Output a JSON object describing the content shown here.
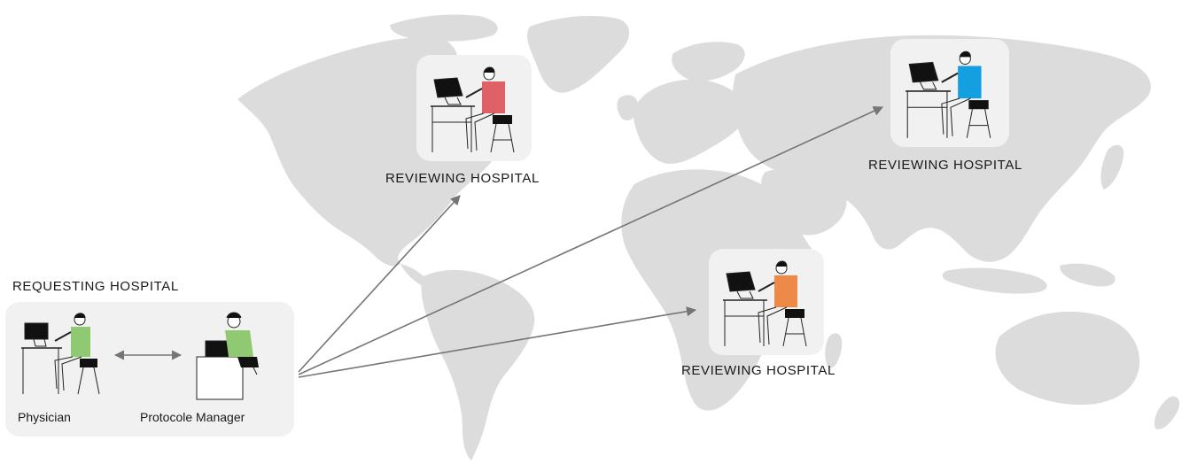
{
  "diagram": {
    "requesting": {
      "title": "REQUESTING HOSPITAL",
      "roles": {
        "physician": "Physician",
        "manager": "Protocole Manager"
      }
    },
    "reviewers": [
      {
        "label": "REVIEWING HOSPITAL",
        "color": "#e06068"
      },
      {
        "label": "REVIEWING HOSPITAL",
        "color": "#139fe0"
      },
      {
        "label": "REVIEWING HOSPITAL",
        "color": "#ee8a48"
      }
    ],
    "colors": {
      "land": "#dcdcdc",
      "tile": "#f1f1f1",
      "arrow": "#757575",
      "requesting_shirt": "#8fc972"
    }
  }
}
